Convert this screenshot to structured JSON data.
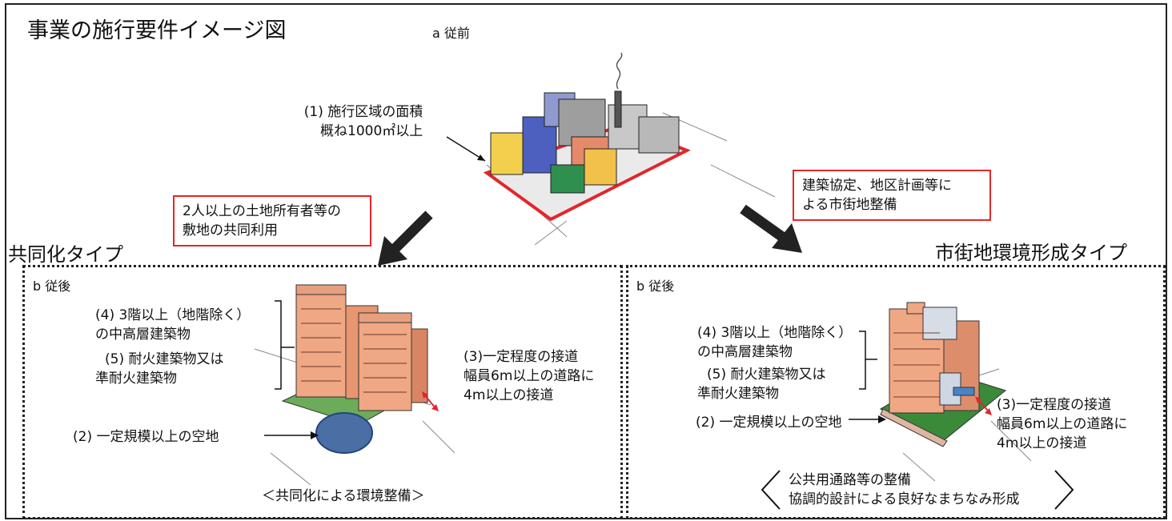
{
  "title": "事業の施行要件イメージ図",
  "before_label": "a 従前",
  "req1": {
    "line1": "(1)  施行区域の面積",
    "line2": "概ね1000㎡以上"
  },
  "note_left": {
    "line1": "2人以上の土地所有者等の",
    "line2": "敷地の共同利用"
  },
  "note_right": {
    "line1": "建築協定、地区計画等に",
    "line2": "よる市街地整備"
  },
  "type_left": "共同化タイプ",
  "type_right": "市街地環境形成タイプ",
  "after_label": "b 従後",
  "left_panel": {
    "req4": {
      "line1": "(4)  3階以上（地階除く）",
      "line2": "の中高層建築物"
    },
    "req5": {
      "line1": "(5)  耐火建築物又は",
      "line2": "準耐火建築物"
    },
    "req3": {
      "line1": "(3)一定程度の接道",
      "line2": "幅員6m以上の道路に",
      "line3": "4m以上の接道"
    },
    "req2": "(2)  一定規模以上の空地",
    "caption": "＜共同化による環境整備＞"
  },
  "right_panel": {
    "req4": {
      "line1": "(4)  3階以上（地階除く）",
      "line2": "の中高層建築物"
    },
    "req5": {
      "line1": "(5)  耐火建築物又は",
      "line2": "準耐火建築物"
    },
    "req3": {
      "line1": "(3)一定程度の接道",
      "line2": "幅員6m以上の道路に",
      "line3": "4m以上の接道"
    },
    "req2": "(2) 一定規模以上の空地",
    "caption": {
      "line1": "公共用通路等の整備",
      "line2": "協調的設計による良好なまちなみ形成"
    }
  },
  "colors": {
    "highlight_red": "#e2262c",
    "building_peach": "#f0a784",
    "open_space_blue": "#4a6fa5"
  }
}
